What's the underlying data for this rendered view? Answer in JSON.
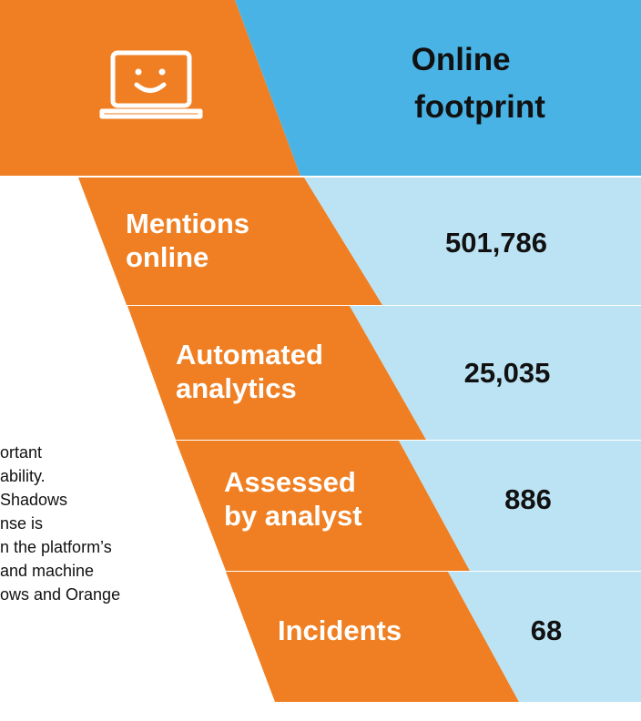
{
  "colors": {
    "orange": "#ef7f22",
    "header_blue": "#4ab3e5",
    "light_blue": "#bce3f4"
  },
  "header": {
    "icon": "laptop-smile-icon",
    "title_lines": [
      "Online",
      "footprint"
    ]
  },
  "stages": [
    {
      "label_lines": [
        "Mentions",
        "online"
      ],
      "value": "501,786"
    },
    {
      "label_lines": [
        "Automated",
        "analytics"
      ],
      "value": "25,035"
    },
    {
      "label_lines": [
        "Assessed",
        "by analyst"
      ],
      "value": "886"
    },
    {
      "label_lines": [
        "Incidents"
      ],
      "value": "68"
    }
  ],
  "side_text": {
    "lines": [
      "ortant",
      "ability.",
      " Shadows",
      "nse is",
      "n the platform’s",
      "and machine",
      "ows and Orange"
    ]
  }
}
